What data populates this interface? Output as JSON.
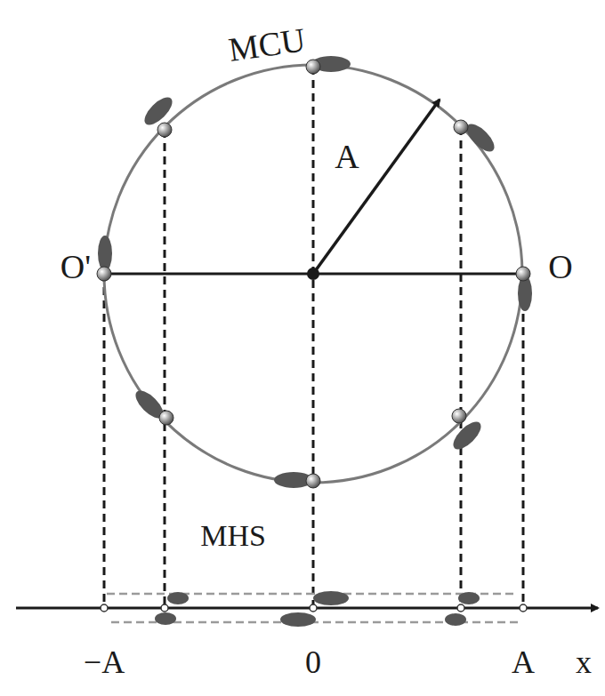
{
  "diagram": {
    "labels": [
      "MCU",
      "A",
      "O'",
      "O",
      "MHS",
      "−A",
      "0",
      "A",
      "x"
    ]
  }
}
